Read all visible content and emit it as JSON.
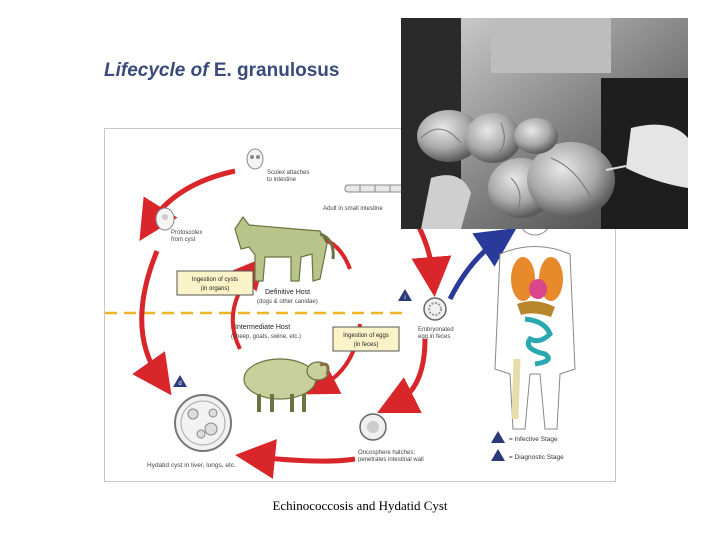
{
  "title": {
    "italic_part": "Lifecycle of",
    "bold_part": "E. granulosus"
  },
  "caption": "Echinococcosis and Hydatid Cyst",
  "diagram": {
    "scolex_label": [
      "Scolex attaches",
      "to intestine"
    ],
    "adult_label": "Adult in small intestine",
    "protoscolex_label": [
      "Protoscolex",
      "from cyst"
    ],
    "ingestion_cysts_label": [
      "Ingestion of cysts",
      "(in organs)"
    ],
    "definitive_host_label": [
      "Definitive Host",
      "(dogs & other canidae)"
    ],
    "intermediate_host_label": [
      "Intermediate Host",
      "(sheep, goats, swine, etc.)"
    ],
    "ingestion_eggs_label": [
      "Ingestion of eggs",
      "(in feces)"
    ],
    "embryonated_egg_label": [
      "Embryonated",
      "egg in feces"
    ],
    "hydatid_cyst_label": "Hydatid cyst in liver, lungs, etc.",
    "oncosphere_label": [
      "Oncosphere hatches;",
      "penetrates intestinal wall"
    ],
    "legend_infective": "= Infective Stage",
    "legend_diagnostic": "= Diagnostic Stage",
    "stage_marker": "i",
    "diagnostic_marker": "d"
  },
  "colors": {
    "arrow_red": "#d8262a",
    "dash_orange": "#f0b429",
    "arrow_blue": "#2a3a9a",
    "box_yellow": "#fbf3c8",
    "title_blue": "#3a4a7a"
  }
}
